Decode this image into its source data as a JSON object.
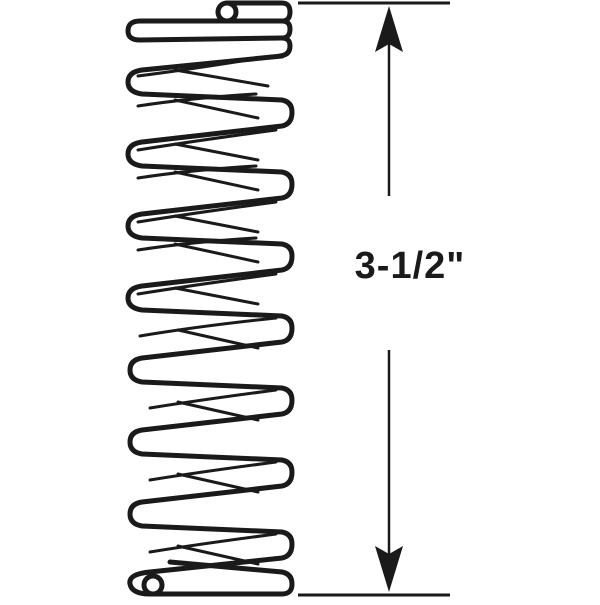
{
  "diagram": {
    "subject": "compression spring",
    "dimension": {
      "label": "3-1/2\"",
      "orientation": "vertical",
      "measures": "spring length"
    },
    "colors": {
      "background": "#ffffff",
      "line": "#1a1a1a"
    }
  }
}
